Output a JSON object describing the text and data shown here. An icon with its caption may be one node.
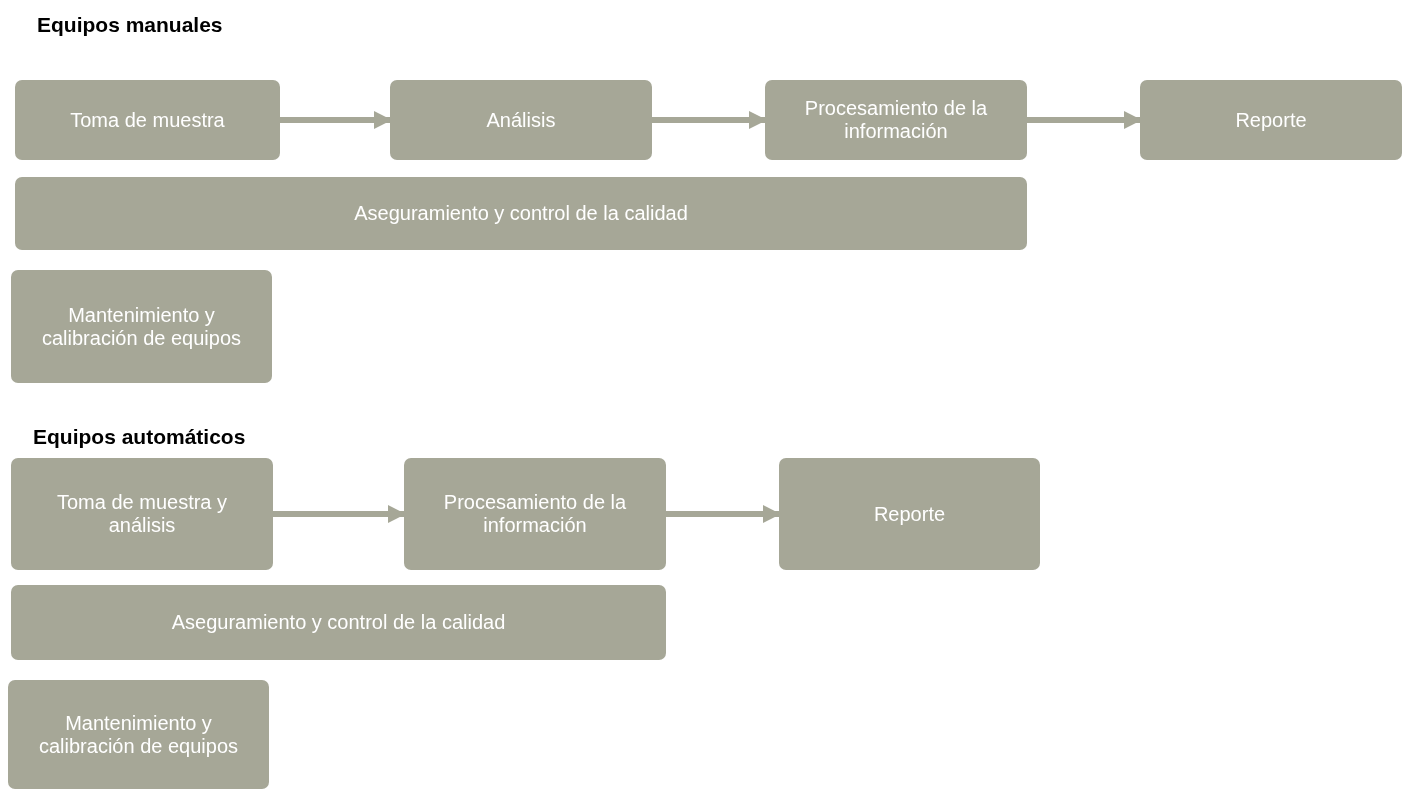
{
  "diagram": {
    "nodes": [
      {
        "text": [
          "Toma de muestra"
        ]
      },
      {
        "text": [
          "Análisis"
        ]
      },
      {
        "text": [
          "Procesamiento de la información"
        ]
      },
      {
        "text": [
          "Reporte"
        ]
      },
      {
        "text": [
          "Aseguramiento y control de la calidad"
        ]
      },
      {
        "text": [
          "Mantenimiento y calibración de equipos"
        ]
      },
      {
        "text": [
          "Toma de muestra y análisis"
        ]
      },
      {
        "text": [
          "Procesamiento de la información"
        ]
      },
      {
        "text": [
          "Reporte"
        ]
      },
      {
        "text": [
          "Aseguramiento y control de la calidad"
        ]
      },
      {
        "text": [
          "Mantenimiento y calibración de equipos"
        ]
      }
    ],
    "edges": [
      {
        "from": 0,
        "to": 1,
        "arrow": "to"
      },
      {
        "from": 1,
        "to": 2,
        "arrow": "to"
      },
      {
        "from": 2,
        "to": 3,
        "arrow": "to"
      },
      {
        "from": 6,
        "to": 7,
        "arrow": "to"
      },
      {
        "from": 7,
        "to": 8,
        "arrow": "to"
      }
    ],
    "labels": [
      "Equipos manuales",
      "Equipos automáticos"
    ]
  }
}
